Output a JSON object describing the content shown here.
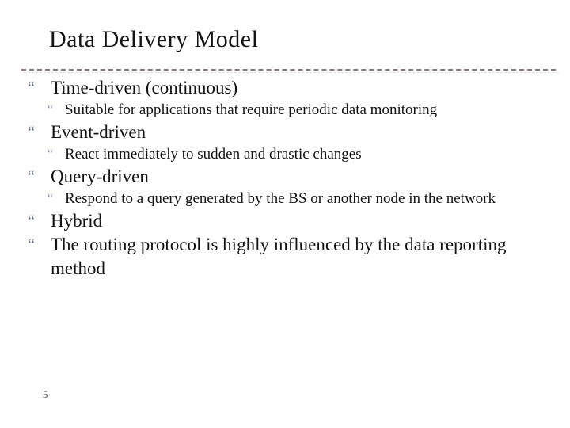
{
  "slide": {
    "title": "Data Delivery Model",
    "page_number": "5",
    "bullet_glyph": "“",
    "colors": {
      "background": "#ffffff",
      "text": "#141414",
      "bullet_level1": "#5a6577",
      "bullet_level2": "#8e9aab",
      "divider": "#8a767a",
      "page_number": "#3f3f3f"
    },
    "bullets": [
      {
        "level": 1,
        "text": "Time-driven (continuous)"
      },
      {
        "level": 2,
        "text": "Suitable for applications that require periodic data monitoring"
      },
      {
        "level": 1,
        "text": "Event-driven"
      },
      {
        "level": 2,
        "text": "React immediately to sudden and drastic changes"
      },
      {
        "level": 1,
        "text": "Query-driven"
      },
      {
        "level": 2,
        "text": "Respond to a query generated by the BS or another node in the network"
      },
      {
        "level": 1,
        "text": "Hybrid"
      },
      {
        "level": 1,
        "text": "The routing protocol is highly influenced by the data reporting method"
      }
    ]
  }
}
